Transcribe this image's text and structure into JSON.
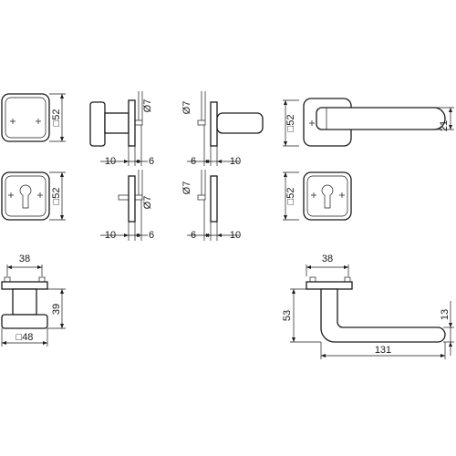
{
  "labels": {
    "rose_sq_size": "□52",
    "rose_key_size": "□52",
    "knob_diam_top": "Ø7",
    "knob_dim_left": "10",
    "knob_dim_right": "6",
    "handle_diam_top": "Ø7",
    "handle_dim_left": "6",
    "handle_dim_right": "10",
    "lever_rose_size": "□52",
    "lever_height": "21",
    "keyrose_right_size": "□52",
    "key_left_diam": "Ø7",
    "key_left_dim_a": "10",
    "key_left_dim_b": "6",
    "key_right_diam": "Ø7",
    "key_right_dim_a": "6",
    "key_right_dim_b": "10",
    "knob_side_width": "38",
    "knob_side_height": "39",
    "knob_base_size": "□48",
    "lever_side_width": "38",
    "lever_side_height": "53",
    "lever_grip_height": "13",
    "lever_length": "131"
  }
}
